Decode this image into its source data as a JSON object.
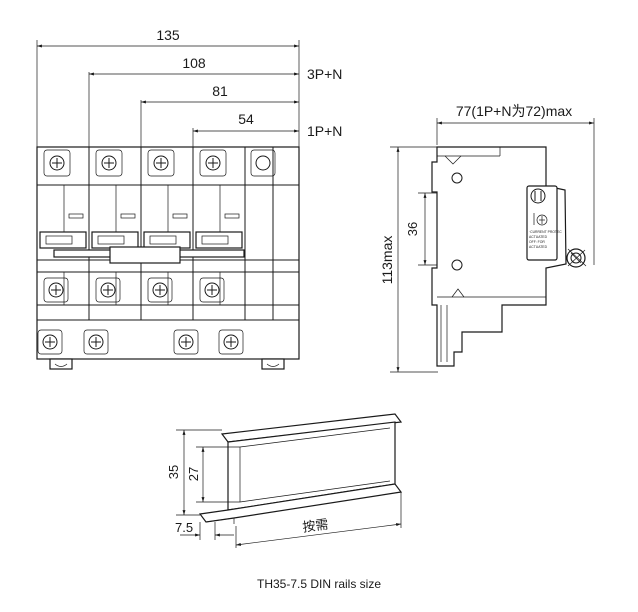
{
  "front_view": {
    "width_total": "135",
    "width_3p_n": "108",
    "width_3p": "81",
    "width_1p_n": "54",
    "label_3p_n": "3P+N",
    "label_1p_n": "1P+N"
  },
  "side_view": {
    "depth": "77(1P+N为72)max",
    "height": "113max",
    "rail_slot": "36",
    "label_lines": [
      "·CURRENT PROTEC",
      "ACTUATED",
      "OFF:  FOR",
      "ACTUATED"
    ]
  },
  "rail": {
    "height_outer": "35",
    "height_inner": "27",
    "flange": "7.5",
    "length": "按需"
  },
  "caption": "TH35-7.5 DIN rails size"
}
